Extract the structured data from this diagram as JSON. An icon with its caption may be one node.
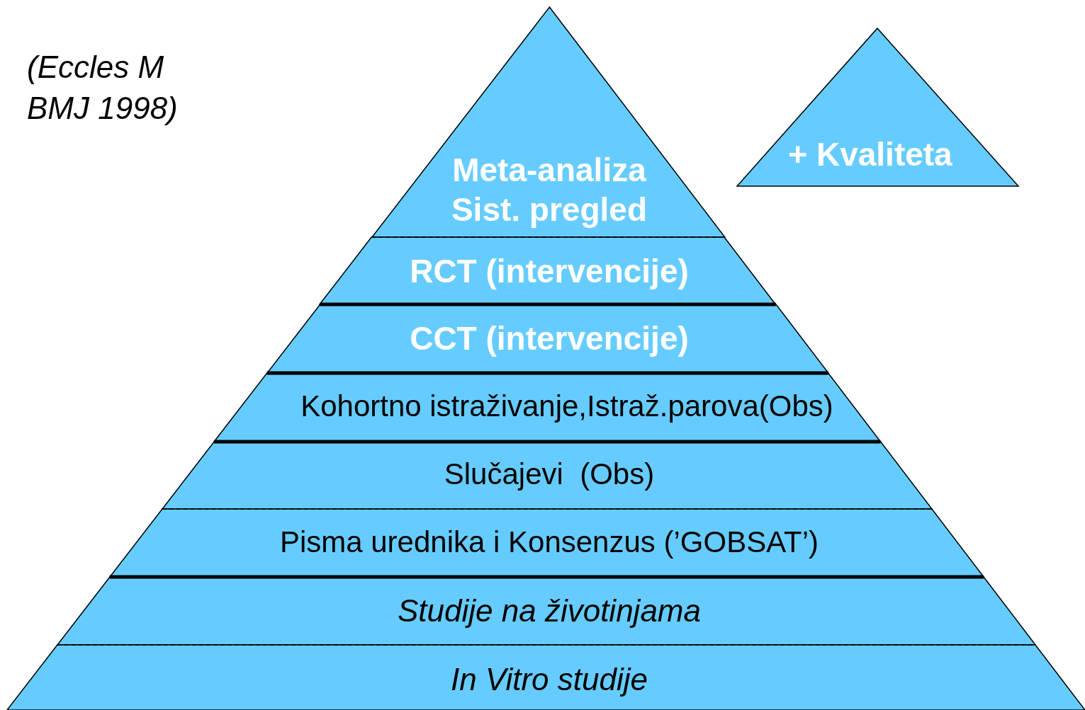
{
  "diagram": {
    "nodes": [
      {
        "text": [
          "Meta-analiza Sist. pregled"
        ]
      },
      {
        "text": [
          "RCT (intervencije)"
        ]
      },
      {
        "text": [
          "CCT (intervencije)"
        ]
      },
      {
        "text": [
          "Kohortno istraživanje,Istraž.parova(Obs)"
        ]
      },
      {
        "text": [
          "Slučajevi  (Obs)"
        ]
      },
      {
        "text": [
          "Pisma urednika i Konsenzus (’GOBSAT’)"
        ]
      },
      {
        "text": [
          "Studije na životinjama"
        ]
      },
      {
        "text": [
          "In Vitro studije"
        ]
      },
      {
        "text": [
          "+ Kvaliteta"
        ]
      }
    ],
    "labels": [
      "(Eccles M BMJ 1998)"
    ]
  }
}
